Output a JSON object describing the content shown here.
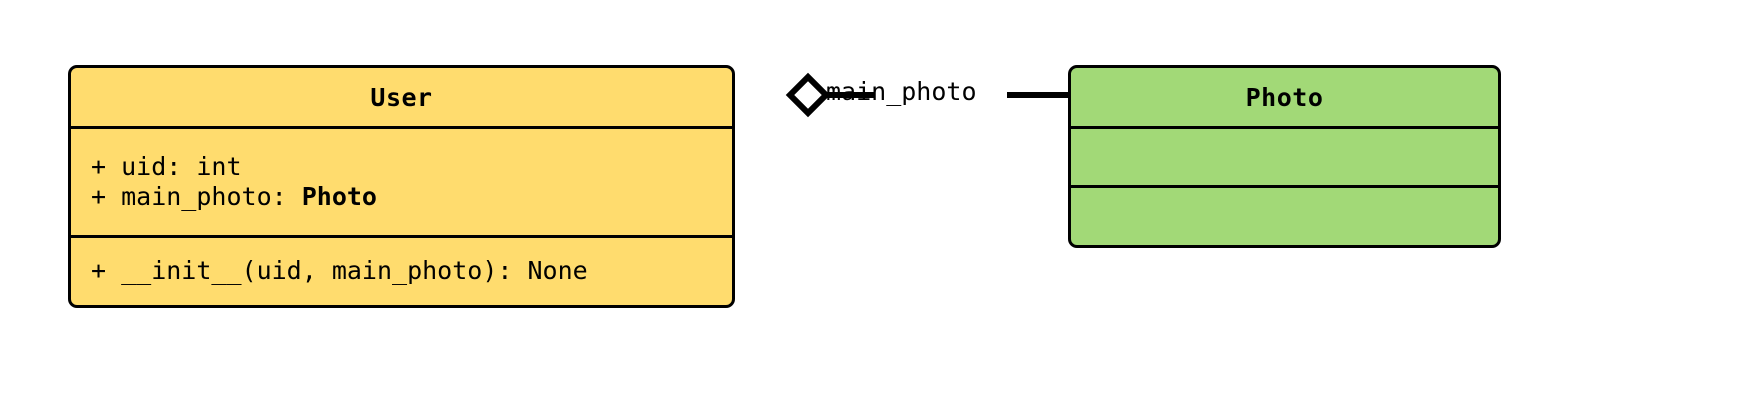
{
  "diagram": {
    "type": "uml-class-diagram",
    "background_color": "#ffffff",
    "line_color": "#000000",
    "classes": [
      {
        "name": "User",
        "fill_color": "#ffdc6e",
        "attributes": [
          {
            "visibility": "+",
            "text": "+ uid: int"
          },
          {
            "visibility": "+",
            "text_prefix": "+ main_photo: ",
            "text_bold": "Photo"
          }
        ],
        "methods": [
          {
            "visibility": "+",
            "text": "+ __init__(uid, main_photo): None"
          }
        ]
      },
      {
        "name": "Photo",
        "fill_color": "#a2d977",
        "attributes": [],
        "methods": []
      }
    ],
    "relationships": [
      {
        "kind": "aggregation",
        "label": "main_photo",
        "source": "User",
        "target": "Photo",
        "diamond_fill": "#ffffff"
      }
    ]
  }
}
